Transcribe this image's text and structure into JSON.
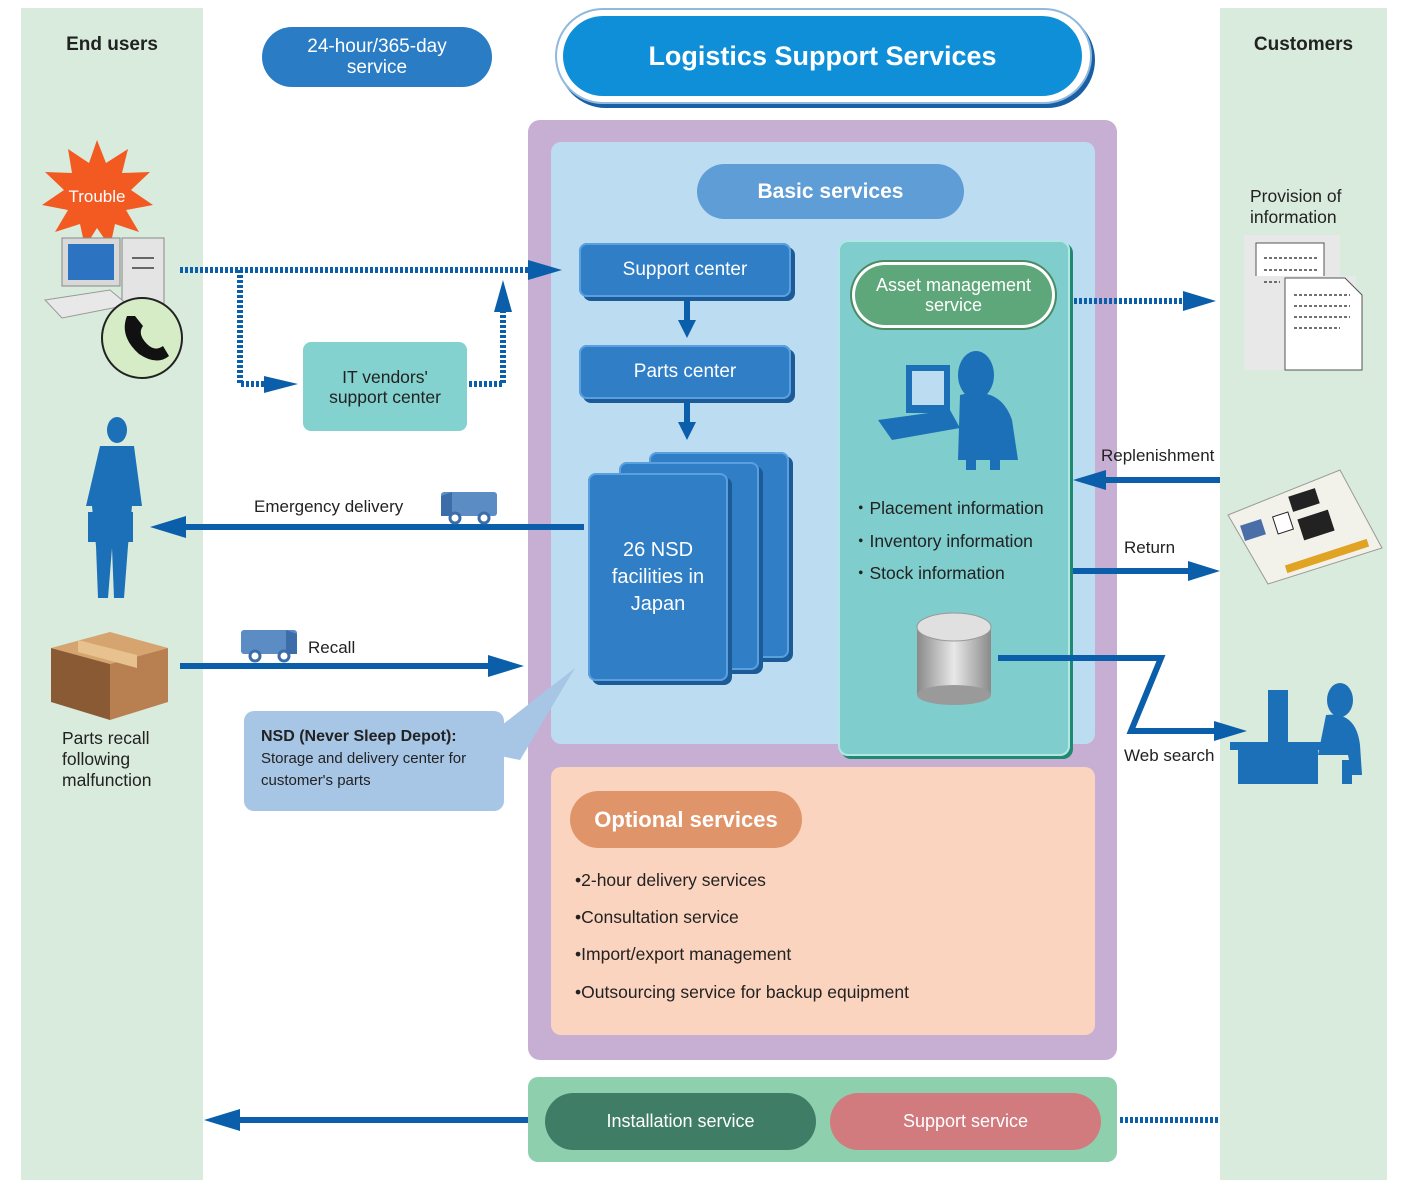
{
  "columns": {
    "end_users": "End users",
    "customers": "Customers"
  },
  "header": {
    "hours_badge": "24-hour/365-day service",
    "title": "Logistics Support Services"
  },
  "left": {
    "trouble": "Trouble",
    "vendor_center": "IT vendors' support center",
    "emergency_delivery": "Emergency delivery",
    "recall": "Recall",
    "parts_recall": "Parts recall following malfunction",
    "nsd_title": "NSD (Never Sleep Depot):",
    "nsd_desc": "Storage and delivery center for customer's parts"
  },
  "basic": {
    "title": "Basic services",
    "support_center": "Support center",
    "parts_center": "Parts center",
    "facilities": "26 NSD facilities in Japan",
    "asset_title": "Asset management service",
    "asset_items": [
      "Placement information",
      "Inventory information",
      "Stock information"
    ]
  },
  "optional": {
    "title": "Optional services",
    "items": [
      "2-hour delivery services",
      "Consultation service",
      "Import/export management",
      "Outsourcing service for backup equipment"
    ]
  },
  "bottom": {
    "installation": "Installation service",
    "support": "Support service"
  },
  "right": {
    "provision": "Provision of information",
    "replenishment": "Replenishment",
    "return": "Return",
    "web_search": "Web search"
  },
  "colors": {
    "arrow_blue": "#0b5ea9",
    "purple_panel": "#c7aed3",
    "basic_panel": "#bcdcf2",
    "optional_panel": "#fbd4bf",
    "teal_panel": "#7fcdcd"
  },
  "icons": [
    "burst-icon",
    "computer-icon",
    "phone-icon",
    "businessman-icon",
    "cardboard-box-icon",
    "truck-icon",
    "operator-icon",
    "database-icon",
    "documents-icon",
    "circuit-board-icon",
    "desk-user-icon"
  ]
}
